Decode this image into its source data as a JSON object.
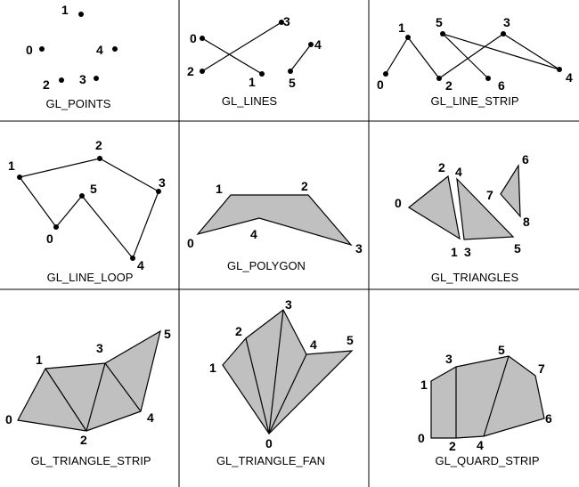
{
  "panels": [
    {
      "caption": "GL_POINTS",
      "vertices": [
        {
          "id": "0",
          "label": "0"
        },
        {
          "id": "1",
          "label": "1"
        },
        {
          "id": "2",
          "label": "2"
        },
        {
          "id": "3",
          "label": "3"
        },
        {
          "id": "4",
          "label": "4"
        }
      ]
    },
    {
      "caption": "GL_LINES",
      "vertices": [
        {
          "id": "0",
          "label": "0"
        },
        {
          "id": "1",
          "label": "1"
        },
        {
          "id": "2",
          "label": "2"
        },
        {
          "id": "3",
          "label": "3"
        },
        {
          "id": "4",
          "label": "4"
        },
        {
          "id": "5",
          "label": "5"
        }
      ]
    },
    {
      "caption": "GL_LINE_STRIP",
      "vertices": [
        {
          "id": "0",
          "label": "0"
        },
        {
          "id": "1",
          "label": "1"
        },
        {
          "id": "2",
          "label": "2"
        },
        {
          "id": "3",
          "label": "3"
        },
        {
          "id": "4",
          "label": "4"
        },
        {
          "id": "5",
          "label": "5"
        },
        {
          "id": "6",
          "label": "6"
        }
      ]
    },
    {
      "caption": "GL_LINE_LOOP",
      "vertices": [
        {
          "id": "0",
          "label": "0"
        },
        {
          "id": "1",
          "label": "1"
        },
        {
          "id": "2",
          "label": "2"
        },
        {
          "id": "3",
          "label": "3"
        },
        {
          "id": "4",
          "label": "4"
        },
        {
          "id": "5",
          "label": "5"
        }
      ]
    },
    {
      "caption": "GL_POLYGON",
      "vertices": [
        {
          "id": "0",
          "label": "0"
        },
        {
          "id": "1",
          "label": "1"
        },
        {
          "id": "2",
          "label": "2"
        },
        {
          "id": "3",
          "label": "3"
        },
        {
          "id": "4",
          "label": "4"
        }
      ]
    },
    {
      "caption": "GL_TRIANGLES",
      "vertices": [
        {
          "id": "0",
          "label": "0"
        },
        {
          "id": "1",
          "label": "1"
        },
        {
          "id": "2",
          "label": "2"
        },
        {
          "id": "3",
          "label": "3"
        },
        {
          "id": "4",
          "label": "4"
        },
        {
          "id": "5",
          "label": "5"
        },
        {
          "id": "6",
          "label": "6"
        },
        {
          "id": "7",
          "label": "7"
        },
        {
          "id": "8",
          "label": "8"
        }
      ]
    },
    {
      "caption": "GL_TRIANGLE_STRIP",
      "vertices": [
        {
          "id": "0",
          "label": "0"
        },
        {
          "id": "1",
          "label": "1"
        },
        {
          "id": "2",
          "label": "2"
        },
        {
          "id": "3",
          "label": "3"
        },
        {
          "id": "4",
          "label": "4"
        },
        {
          "id": "5",
          "label": "5"
        }
      ]
    },
    {
      "caption": "GL_TRIANGLE_FAN",
      "vertices": [
        {
          "id": "0",
          "label": "0"
        },
        {
          "id": "1",
          "label": "1"
        },
        {
          "id": "2",
          "label": "2"
        },
        {
          "id": "3",
          "label": "3"
        },
        {
          "id": "4",
          "label": "4"
        },
        {
          "id": "5",
          "label": "5"
        }
      ]
    },
    {
      "caption": "GL_QUARD_STRIP",
      "vertices": [
        {
          "id": "0",
          "label": "0"
        },
        {
          "id": "1",
          "label": "1"
        },
        {
          "id": "2",
          "label": "2"
        },
        {
          "id": "3",
          "label": "3"
        },
        {
          "id": "4",
          "label": "4"
        },
        {
          "id": "5",
          "label": "5"
        },
        {
          "id": "6",
          "label": "6"
        },
        {
          "id": "7",
          "label": "7"
        }
      ]
    }
  ],
  "colors": {
    "background": "#ffffff",
    "line": "#000000",
    "fill": "#c0c0c0"
  }
}
